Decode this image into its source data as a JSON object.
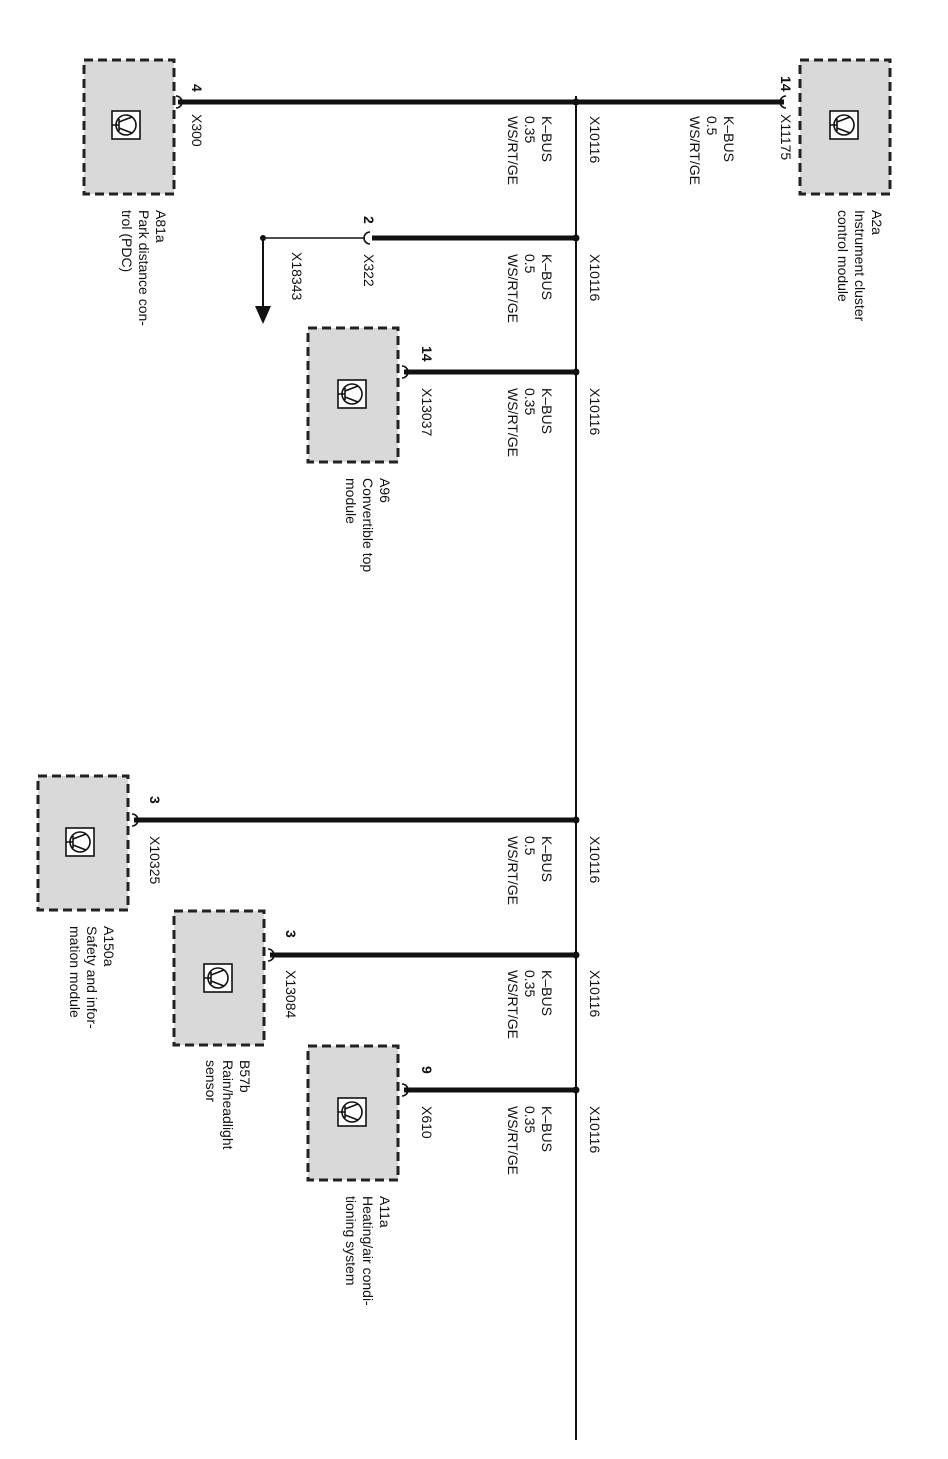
{
  "bus": {
    "connector": "X10116",
    "wire_name": "K–BUS"
  },
  "modules": [
    {
      "id": "A2a",
      "name_lines": [
        "Instrument cluster",
        "control module"
      ],
      "pin": "14",
      "connector": "X11175",
      "cross_section": "0.5",
      "color": "WS/RT/GE"
    },
    {
      "id": "A81a",
      "name_lines": [
        "Park distance con-",
        "trol (PDC)"
      ],
      "pin": "4",
      "connector": "X300",
      "cross_section": "0.35",
      "color": "WS/RT/GE"
    },
    {
      "id": "A96",
      "name_lines": [
        "Convertible top",
        "module"
      ],
      "pin": "14",
      "connector": "X13037",
      "cross_section": "0.35",
      "color": "WS/RT/GE"
    },
    {
      "id": "A150a",
      "name_lines": [
        "Safety and infor-",
        "mation module"
      ],
      "pin": "3",
      "connector": "X10325",
      "cross_section": "0.5",
      "color": "WS/RT/GE"
    },
    {
      "id": "B57b",
      "name_lines": [
        "Rain/headlight",
        "sensor"
      ],
      "pin": "3",
      "connector": "X13084",
      "cross_section": "0.35",
      "color": "WS/RT/GE"
    },
    {
      "id": "A11a",
      "name_lines": [
        "Heating/air condi-",
        "tioning system"
      ],
      "pin": "9",
      "connector": "X610",
      "cross_section": "0.35",
      "color": "WS/RT/GE"
    }
  ],
  "branch_x322": {
    "pin": "2",
    "connector": "X322",
    "continuation": "X18343",
    "cross_section": "0.5",
    "color": "WS/RT/GE"
  }
}
